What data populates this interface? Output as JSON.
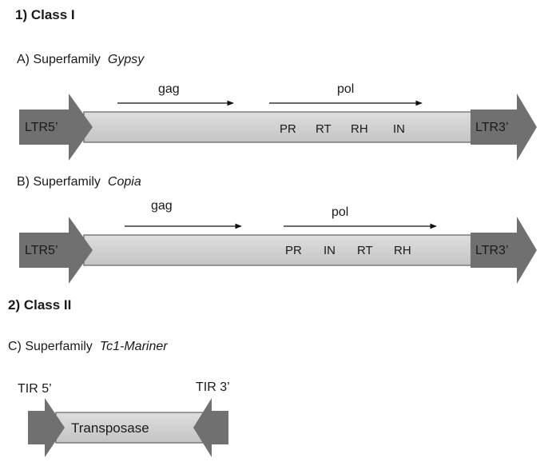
{
  "class1": {
    "heading": "1) Class I",
    "gypsy": {
      "prefix": "A) Superfamily",
      "name": "Gypsy",
      "ltr5": "LTR5’",
      "ltr3": "LTR3’",
      "gag": "gag",
      "pol": "pol",
      "domains": [
        "PR",
        "RT",
        "RH",
        "IN"
      ]
    },
    "copia": {
      "prefix": "B) Superfamily",
      "name": "Copia",
      "ltr5": "LTR5’",
      "ltr3": "LTR3’",
      "gag": "gag",
      "pol": "pol",
      "domains": [
        "PR",
        "IN",
        "RT",
        "RH"
      ]
    }
  },
  "class2": {
    "heading": "2) Class II",
    "mariner": {
      "prefix": "C) Superfamily",
      "name": "Tc1-Mariner",
      "tir5": "TIR 5’",
      "tir3": "TIR 3’",
      "body": "Transposase"
    }
  },
  "colors": {
    "ltr_dark": "#707070",
    "body_fill": "#cfcfcf",
    "body_stroke": "#606060",
    "arrow": "#111111"
  }
}
